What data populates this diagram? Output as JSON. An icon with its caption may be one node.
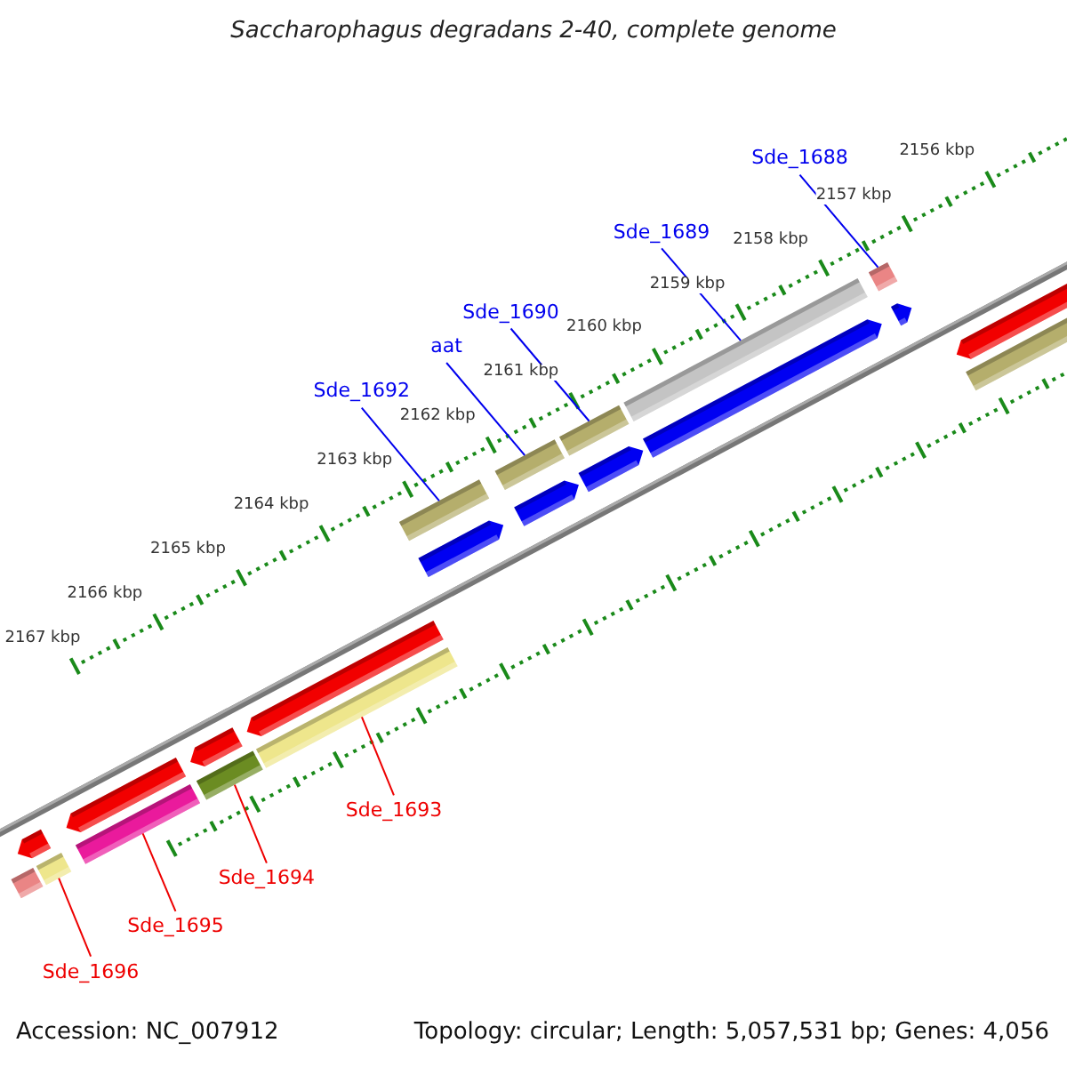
{
  "diagram": {
    "title": "Saccharophagus degradans 2-40, complete genome",
    "nodes": [
      {
        "text": [
          "Sde_1688"
        ]
      },
      {
        "text": [
          "Sde_1689"
        ]
      },
      {
        "text": [
          "Sde_1690"
        ]
      },
      {
        "text": [
          "aat"
        ]
      },
      {
        "text": [
          "Sde_1692"
        ]
      },
      {
        "text": [
          "Sde_1693"
        ]
      },
      {
        "text": [
          "Sde_1694"
        ]
      },
      {
        "text": [
          "Sde_1695"
        ]
      },
      {
        "text": [
          "Sde_1696"
        ]
      },
      {
        "text": [],
        "shape": "bar"
      },
      {
        "text": [],
        "shape": "bar"
      },
      {
        "text": [],
        "shape": "bar"
      },
      {
        "text": [],
        "shape": "bar"
      },
      {
        "text": [],
        "shape": "bar"
      },
      {
        "text": [],
        "shape": "bar"
      },
      {
        "text": [],
        "shape": "bar"
      },
      {
        "text": [],
        "shape": "bar"
      },
      {
        "text": [],
        "shape": "bar"
      },
      {
        "text": [],
        "shape": "arrow"
      },
      {
        "text": [],
        "shape": "arrow"
      },
      {
        "text": [],
        "shape": "arrow"
      },
      {
        "text": [],
        "shape": "arrow"
      },
      {
        "text": [],
        "shape": "arrow"
      },
      {
        "text": [],
        "shape": "arrow"
      },
      {
        "text": [],
        "shape": "bar"
      },
      {
        "text": [],
        "shape": "arrow"
      },
      {
        "text": [],
        "shape": "arrow"
      },
      {
        "text": [],
        "shape": "arrow"
      },
      {
        "text": [],
        "shape": "arrow"
      },
      {
        "text": [],
        "shape": "bar"
      }
    ],
    "edges": [
      {
        "from": 0,
        "to": 9,
        "arrow": "none"
      },
      {
        "from": 1,
        "to": 10,
        "arrow": "none"
      },
      {
        "from": 2,
        "to": 11,
        "arrow": "none"
      },
      {
        "from": 3,
        "to": 12,
        "arrow": "none"
      },
      {
        "from": 4,
        "to": 13,
        "arrow": "none"
      },
      {
        "from": 5,
        "to": 14,
        "arrow": "none",
        "color": "#ee0000"
      },
      {
        "from": 6,
        "to": 15,
        "arrow": "none",
        "color": "#ee0000"
      },
      {
        "from": 7,
        "to": 16,
        "arrow": "none",
        "color": "#ee0000"
      },
      {
        "from": 8,
        "to": 17,
        "arrow": "none",
        "color": "#ee0000"
      }
    ],
    "labels": [
      "2156 kbp",
      "2157 kbp",
      "2158 kbp",
      "2159 kbp",
      "2160 kbp",
      "2161 kbp",
      "2162 kbp",
      "2163 kbp",
      "2164 kbp",
      "2165 kbp",
      "2166 kbp",
      "2167 kbp",
      "Accession: NC_007912",
      "Topology: circular; Length: 5,057,531 bp; Genes: 4,056"
    ]
  }
}
